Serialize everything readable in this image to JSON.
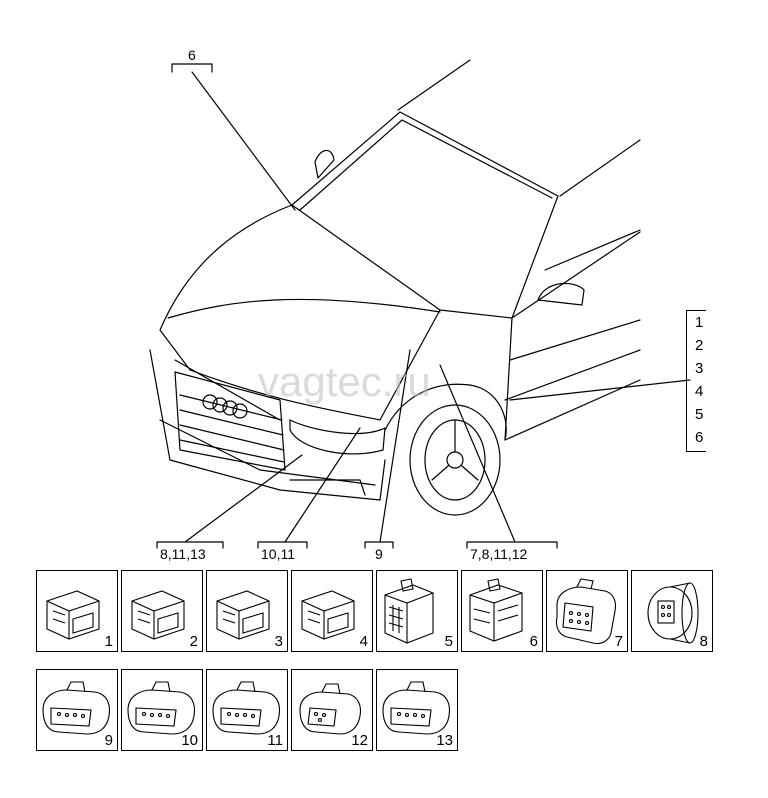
{
  "watermark": "vagtec.ru",
  "callouts": {
    "top": "6",
    "c1": "8,11,13",
    "c2": "10,11",
    "c3": "9",
    "c4": "7,8,11,12"
  },
  "side_list": [
    "1",
    "2",
    "3",
    "4",
    "5",
    "6"
  ],
  "tiles": [
    "1",
    "2",
    "3",
    "4",
    "5",
    "6",
    "7",
    "8",
    "9",
    "10",
    "11",
    "12",
    "13"
  ]
}
